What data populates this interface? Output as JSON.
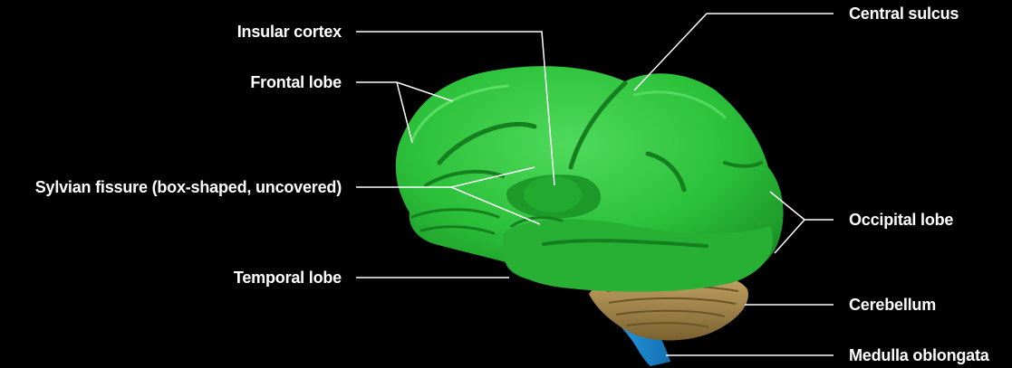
{
  "diagram": {
    "labels": {
      "insular_cortex": "Insular cortex",
      "frontal_lobe": "Frontal lobe",
      "sylvian_fissure": "Sylvian fissure (box-shaped, uncovered)",
      "temporal_lobe": "Temporal lobe",
      "central_sulcus": "Central sulcus",
      "occipital_lobe": "Occipital lobe",
      "cerebellum": "Cerebellum",
      "medulla_oblongata": "Medulla oblongata"
    },
    "colors": {
      "background": "#000000",
      "cerebrum": "#2cc13a",
      "cerebrum_dark": "#1a8a25",
      "cerebrum_light": "#5ee06a",
      "cerebellum": "#a88a4a",
      "medulla": "#1f8fd8",
      "leader_line": "#ffffff",
      "label_text": "#ffffff"
    }
  }
}
